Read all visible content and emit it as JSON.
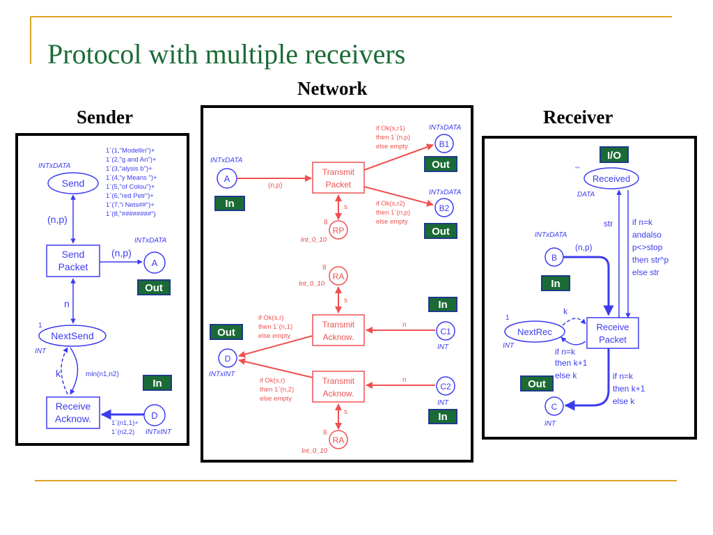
{
  "title": "Protocol with multiple receivers",
  "labels": {
    "network": "Network",
    "sender": "Sender",
    "receiver": "Receiver"
  },
  "colors": {
    "title": "#1a6b35",
    "blue": "#3b3bf0",
    "red": "#f05050",
    "tag_fill": "#1a6b35",
    "tag_bg": "#1e3a8a",
    "rule": "#d9a520"
  },
  "sender": {
    "send_place": "Send",
    "send_type": "INTxDATA",
    "send_init": [
      "1`(1,\"Modellin\")+",
      "1`(2,\"g and An\")+",
      "1`(3,\"alysis b\")+",
      "1`(4,\"y Means \")+",
      "1`(5,\"of Colou\")+",
      "1`(6,\"red Petr\")+",
      "1`(7,\"i Nets##\")+",
      "1`(8,\"########\")"
    ],
    "arc_np_left": "(n,p)",
    "arc_np_right": "(n,p)",
    "send_packet": [
      "Send",
      "Packet"
    ],
    "a_place": "A",
    "a_type": "INTxDATA",
    "out_tag": "Out",
    "arc_n": "n",
    "nextsend_place": "NextSend",
    "nextsend_init": "1",
    "nextsend_type": "INT",
    "arc_k": "k",
    "arc_min": "min(n1,n2)",
    "receive_ack": [
      "Receive",
      "Acknow."
    ],
    "d_place": "D",
    "d_type": "INTxINT",
    "in_tag": "In",
    "d_arc": [
      "1`(n1,1)+",
      "1`(n2,2)"
    ]
  },
  "network": {
    "a_place": "A",
    "a_type": "INTxDATA",
    "in_tag": "In",
    "arc_np": "(n,p)",
    "tp": [
      "Transmit",
      "Packet"
    ],
    "if1": [
      "if Ok(s,r1)",
      "then 1`(n,p)",
      "else empty"
    ],
    "if2": [
      "if Ok(s,r2)",
      "then 1`(n,p)",
      "else empty"
    ],
    "b1_place": "B1",
    "b1_type": "INTxDATA",
    "b2_place": "B2",
    "b2_type": "INTxDATA",
    "out_tag": "Out",
    "rp_place": "RP",
    "rp_init": "8",
    "rp_type": "Int_0_10",
    "arc_s": "s",
    "ra1_place": "RA",
    "ra1_init": "8",
    "ra1_type": "Int_0_10",
    "ta1": [
      "Transmit",
      "Acknow."
    ],
    "ifa1": [
      "if Ok(s,r)",
      "then 1`(n,1)",
      "else empty"
    ],
    "c1_place": "C1",
    "c1_type": "INT",
    "arc_n": "n",
    "d_place": "D",
    "d_type": "INTxINT",
    "ta2": [
      "Transmit",
      "Acknow."
    ],
    "ifa2": [
      "if Ok(s,r)",
      "then 1`(n,2)",
      "else empty"
    ],
    "c2_place": "C2",
    "c2_type": "INT",
    "ra2_place": "RA",
    "ra2_init": "8",
    "ra2_type": "Int_0_10"
  },
  "receiver": {
    "io_tag": "I/O",
    "received_place": "Received",
    "received_init": "\"\"",
    "received_type": "DATA",
    "arc_str": "str",
    "if_str": [
      "if n=k",
      "andalso",
      "p<>stop",
      "then str^p",
      "else str"
    ],
    "b_place": "B",
    "b_type": "INTxDATA",
    "arc_np": "(n,p)",
    "in_tag": "In",
    "arc_k": "k",
    "nextrec_place": "NextRec",
    "nextrec_init": "1",
    "nextrec_type": "INT",
    "receive_packet": [
      "Receive",
      "Packet"
    ],
    "if_k1": [
      "if n=k",
      "then k+1",
      "else k"
    ],
    "if_k2": [
      "if n=k",
      "then k+1",
      "else k"
    ],
    "out_tag": "Out",
    "c_place": "C",
    "c_type": "INT"
  }
}
